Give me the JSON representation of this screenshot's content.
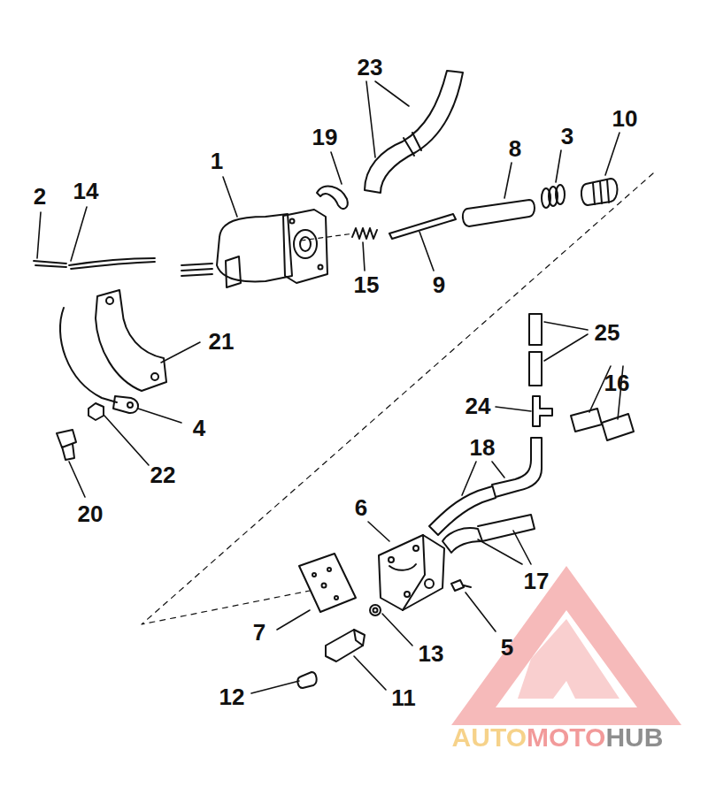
{
  "diagram": {
    "labels": [
      "23",
      "10",
      "19",
      "3",
      "1",
      "8",
      "2",
      "14",
      "15",
      "9",
      "21",
      "4",
      "22",
      "20",
      "25",
      "16",
      "24",
      "18",
      "6",
      "17",
      "7",
      "13",
      "5",
      "12",
      "11",
      "AUTOMOTOHUB"
    ]
  }
}
